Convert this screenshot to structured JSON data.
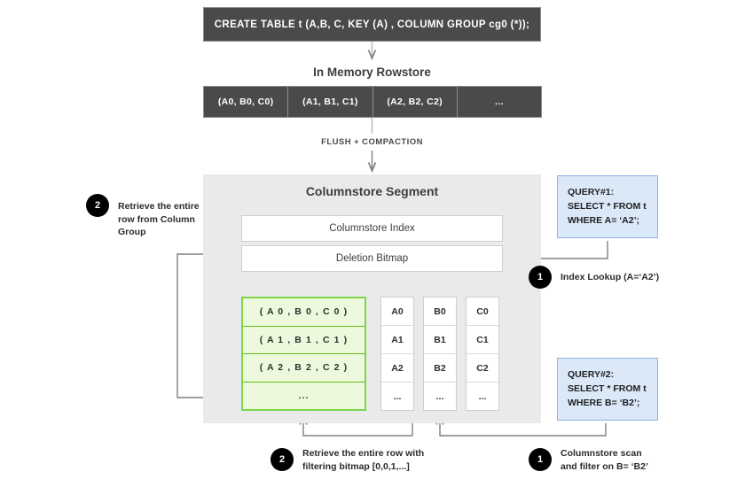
{
  "diagram": {
    "ddl": {
      "statement": "CREATE TABLE  t (A,B, C, KEY (A) , COLUMN GROUP cg0 (*));"
    },
    "rowstore": {
      "title": "In Memory Rowstore",
      "cells": [
        "(A0, B0, C0)",
        "(A1, B1, C1)",
        "(A2, B2, C2)",
        "..."
      ]
    },
    "flush_label": "FLUSH + COMPACTION",
    "segment": {
      "title": "Columnstore Segment",
      "index_label": "Columnstore Index",
      "deletion_bitmap_label": "Deletion Bitmap",
      "column_group": {
        "rows": [
          "( A 0 ,  B 0 ,  C 0 )",
          "( A 1 ,  B 1 ,  C 1 )",
          "( A 2 ,  B 2 ,  C 2 )",
          "..."
        ]
      },
      "columns": [
        {
          "name": "A",
          "values": [
            "A0",
            "A1",
            "A2",
            "..."
          ]
        },
        {
          "name": "B",
          "values": [
            "B0",
            "B1",
            "B2",
            "..."
          ]
        },
        {
          "name": "C",
          "values": [
            "C0",
            "C1",
            "C2",
            "..."
          ]
        }
      ]
    },
    "queries": [
      {
        "id": "query1",
        "lines": [
          "QUERY#1:",
          "SELECT * FROM t",
          "WHERE A= ‘A2’;"
        ]
      },
      {
        "id": "query2",
        "lines": [
          "QUERY#2:",
          "SELECT * FROM t",
          "WHERE B= ‘B2’;"
        ]
      }
    ],
    "annotations": {
      "retrieve_column_group": {
        "step": "2",
        "text": "Retrieve the entire row from Column Group"
      },
      "index_lookup": {
        "step": "1",
        "text": "Index Lookup (A=‘A2’)"
      },
      "retrieve_bitmap": {
        "step": "2",
        "line1": "Retrieve the entire row with",
        "line2": "filtering bitmap [0,0,1,...]"
      },
      "columnstore_scan": {
        "step": "1",
        "line1": "Columnstore scan",
        "line2": "and filter on B= ‘B2’"
      }
    },
    "colors": {
      "dark_box": "#4a4a4a",
      "segment_bg": "#eaeaea",
      "column_group_fill": "#ecf9dd",
      "column_group_border": "#7ed64a",
      "query_fill": "#dbe8f8",
      "query_border": "#8fb2e2",
      "badge": "#000000",
      "wire": "#808080"
    }
  }
}
